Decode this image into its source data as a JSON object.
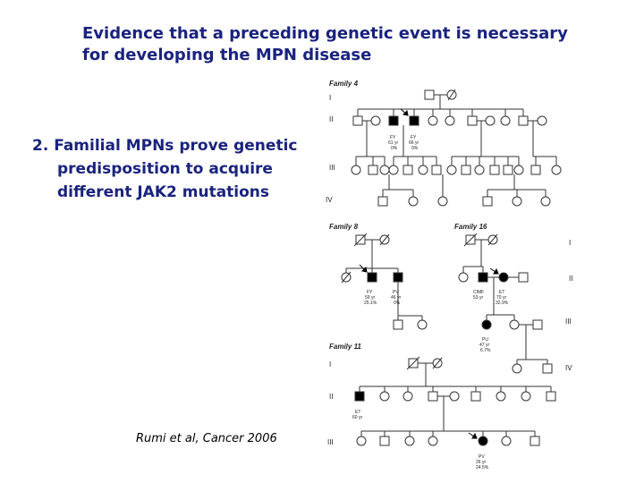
{
  "slide": {
    "title_line1": "Evidence that a preceding genetic event is necessary",
    "title_line2": "for developing the MPN disease",
    "point_line1": "2. Familial MPNs prove genetic",
    "point_line2": "predisposition to  acquire",
    "point_line3": "different JAK2 mutations",
    "citation": "Rumi et al, Cancer 2006"
  },
  "families": {
    "f4": "Family 4",
    "f8": "Family 8",
    "f16": "Family 16",
    "f11": "Family 11"
  },
  "generations": [
    "I",
    "II",
    "III",
    "IV"
  ],
  "members": {
    "f4_p1": [
      "FY",
      "61 yr",
      "0%"
    ],
    "f4_p2": [
      "FY",
      "66 yr",
      "0%"
    ],
    "f8_p1": [
      "FY",
      "59 yr",
      "25.1%"
    ],
    "f8_p2": [
      "PV",
      "46 yr",
      "0%"
    ],
    "f16_p1": [
      "CIMF",
      "53 yr"
    ],
    "f16_p2": [
      "ET",
      "70 yr",
      "32.9%"
    ],
    "f16_p3": [
      "PU",
      "47 yr",
      "6.7%"
    ],
    "f11_p1": [
      "ET",
      "60 yr"
    ],
    "f11_p2": [
      "PV",
      "26 yr",
      "24.5%"
    ]
  },
  "colors": {
    "title": "#1a237e",
    "affected": "#000000",
    "lines": "#333333"
  }
}
